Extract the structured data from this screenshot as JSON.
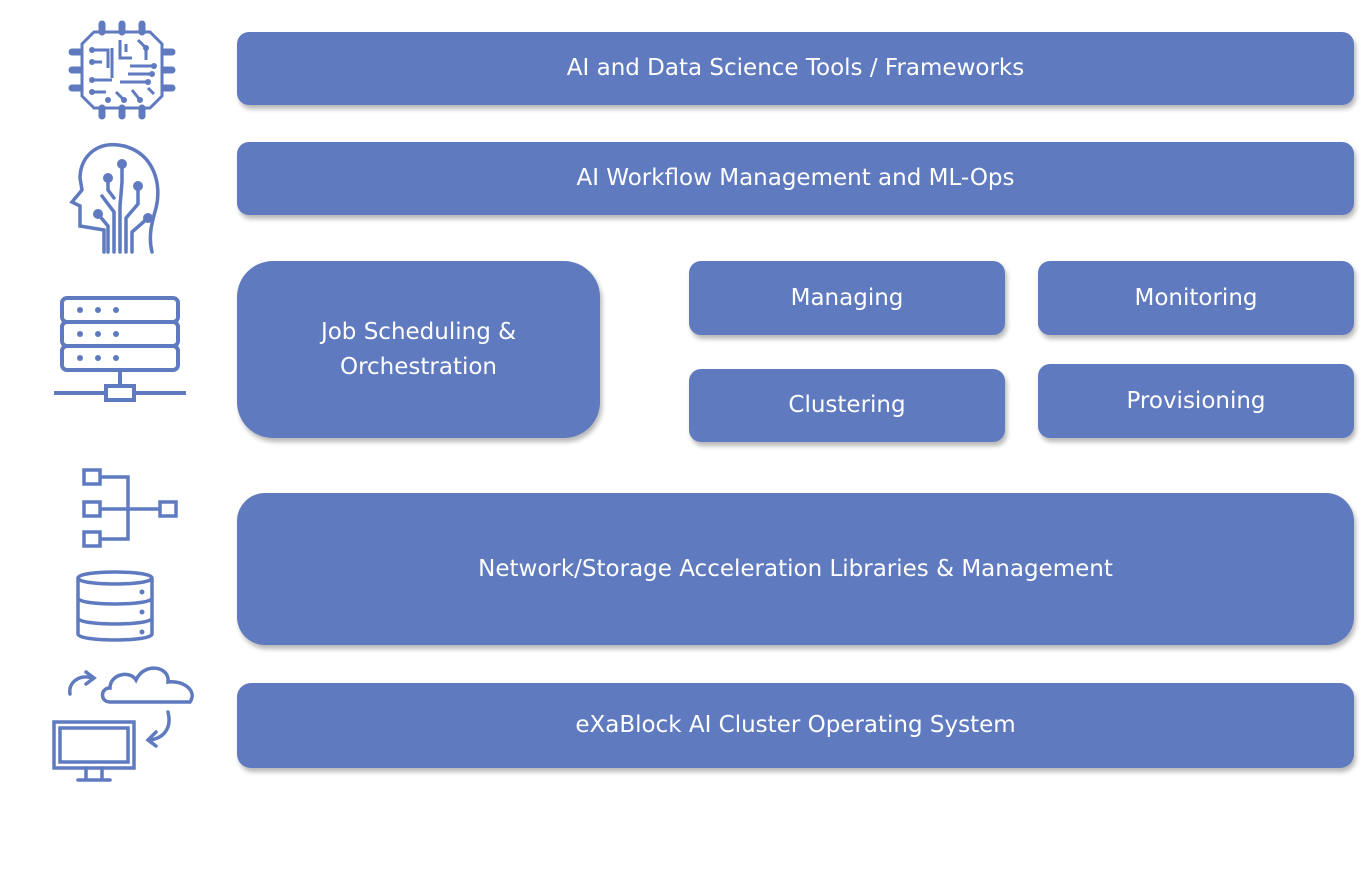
{
  "diagram": {
    "accent_color": "#5f7abf",
    "layers": [
      {
        "id": "tools",
        "label": "AI and Data Science Tools / Frameworks",
        "icon": "cpu-chip-icon"
      },
      {
        "id": "workflow",
        "label": "AI Workflow Management and ML-Ops",
        "icon": "ai-head-icon"
      },
      {
        "id": "job-scheduling",
        "label": "Job Scheduling & Orchestration",
        "icon": "server-rack-icon"
      },
      {
        "id": "network-storage",
        "label": "Network/Storage Acceleration Libraries & Management",
        "icon": [
          "hierarchy-icon",
          "database-icon"
        ]
      },
      {
        "id": "os",
        "label": "eXaBlock AI Cluster Operating System",
        "icon": "cloud-sync-monitor-icon"
      }
    ],
    "management_boxes": [
      {
        "id": "managing",
        "label": "Managing"
      },
      {
        "id": "monitoring",
        "label": "Monitoring"
      },
      {
        "id": "clustering",
        "label": "Clustering"
      },
      {
        "id": "provisioning",
        "label": "Provisioning"
      }
    ]
  }
}
